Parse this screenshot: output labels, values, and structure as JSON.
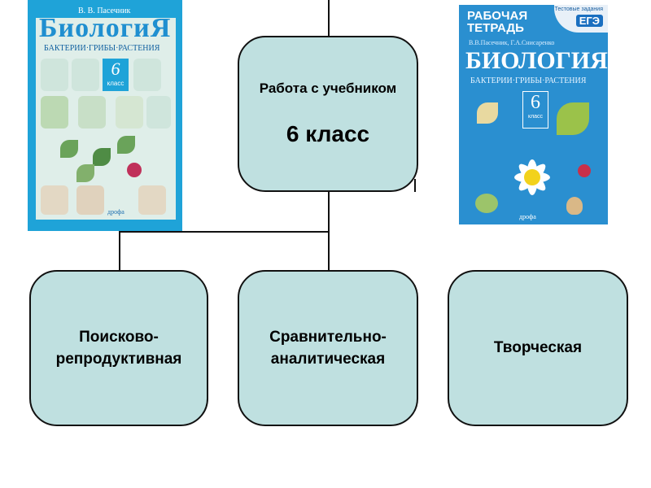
{
  "top_box": {
    "title": "Работа с учебником",
    "subtitle": "6 класс"
  },
  "bottom_boxes": [
    {
      "label": "Поисково-репродуктивная"
    },
    {
      "label": "Сравнительно-аналитическая"
    },
    {
      "label": "Творческая"
    }
  ],
  "book_left": {
    "author": "В. В. Пасечник",
    "title": "БиологиЯ",
    "subtitle": "БАКТЕРИИ·ГРИБЫ·РАСТЕНИЯ",
    "grade": "6",
    "grade_word": "класс",
    "publisher": "дрофа"
  },
  "book_right": {
    "header": "РАБОЧАЯ ТЕТРАДЬ",
    "badge_top": "Тестовые задания",
    "badge": "ЕГЭ",
    "authors": "В.В.Пасечник, Г.А.Снисаренко",
    "title": "БИОЛОГИЯ",
    "subtitle": "БАКТЕРИИ·ГРИБЫ·РАСТЕНИЯ",
    "grade": "6",
    "grade_word": "класс",
    "publisher": "дрофа"
  },
  "colors": {
    "box_fill": "#bfe0e0",
    "line": "#111111",
    "book_left_frame": "#1fa3d8",
    "book_right_bg": "#2a8fd0"
  }
}
